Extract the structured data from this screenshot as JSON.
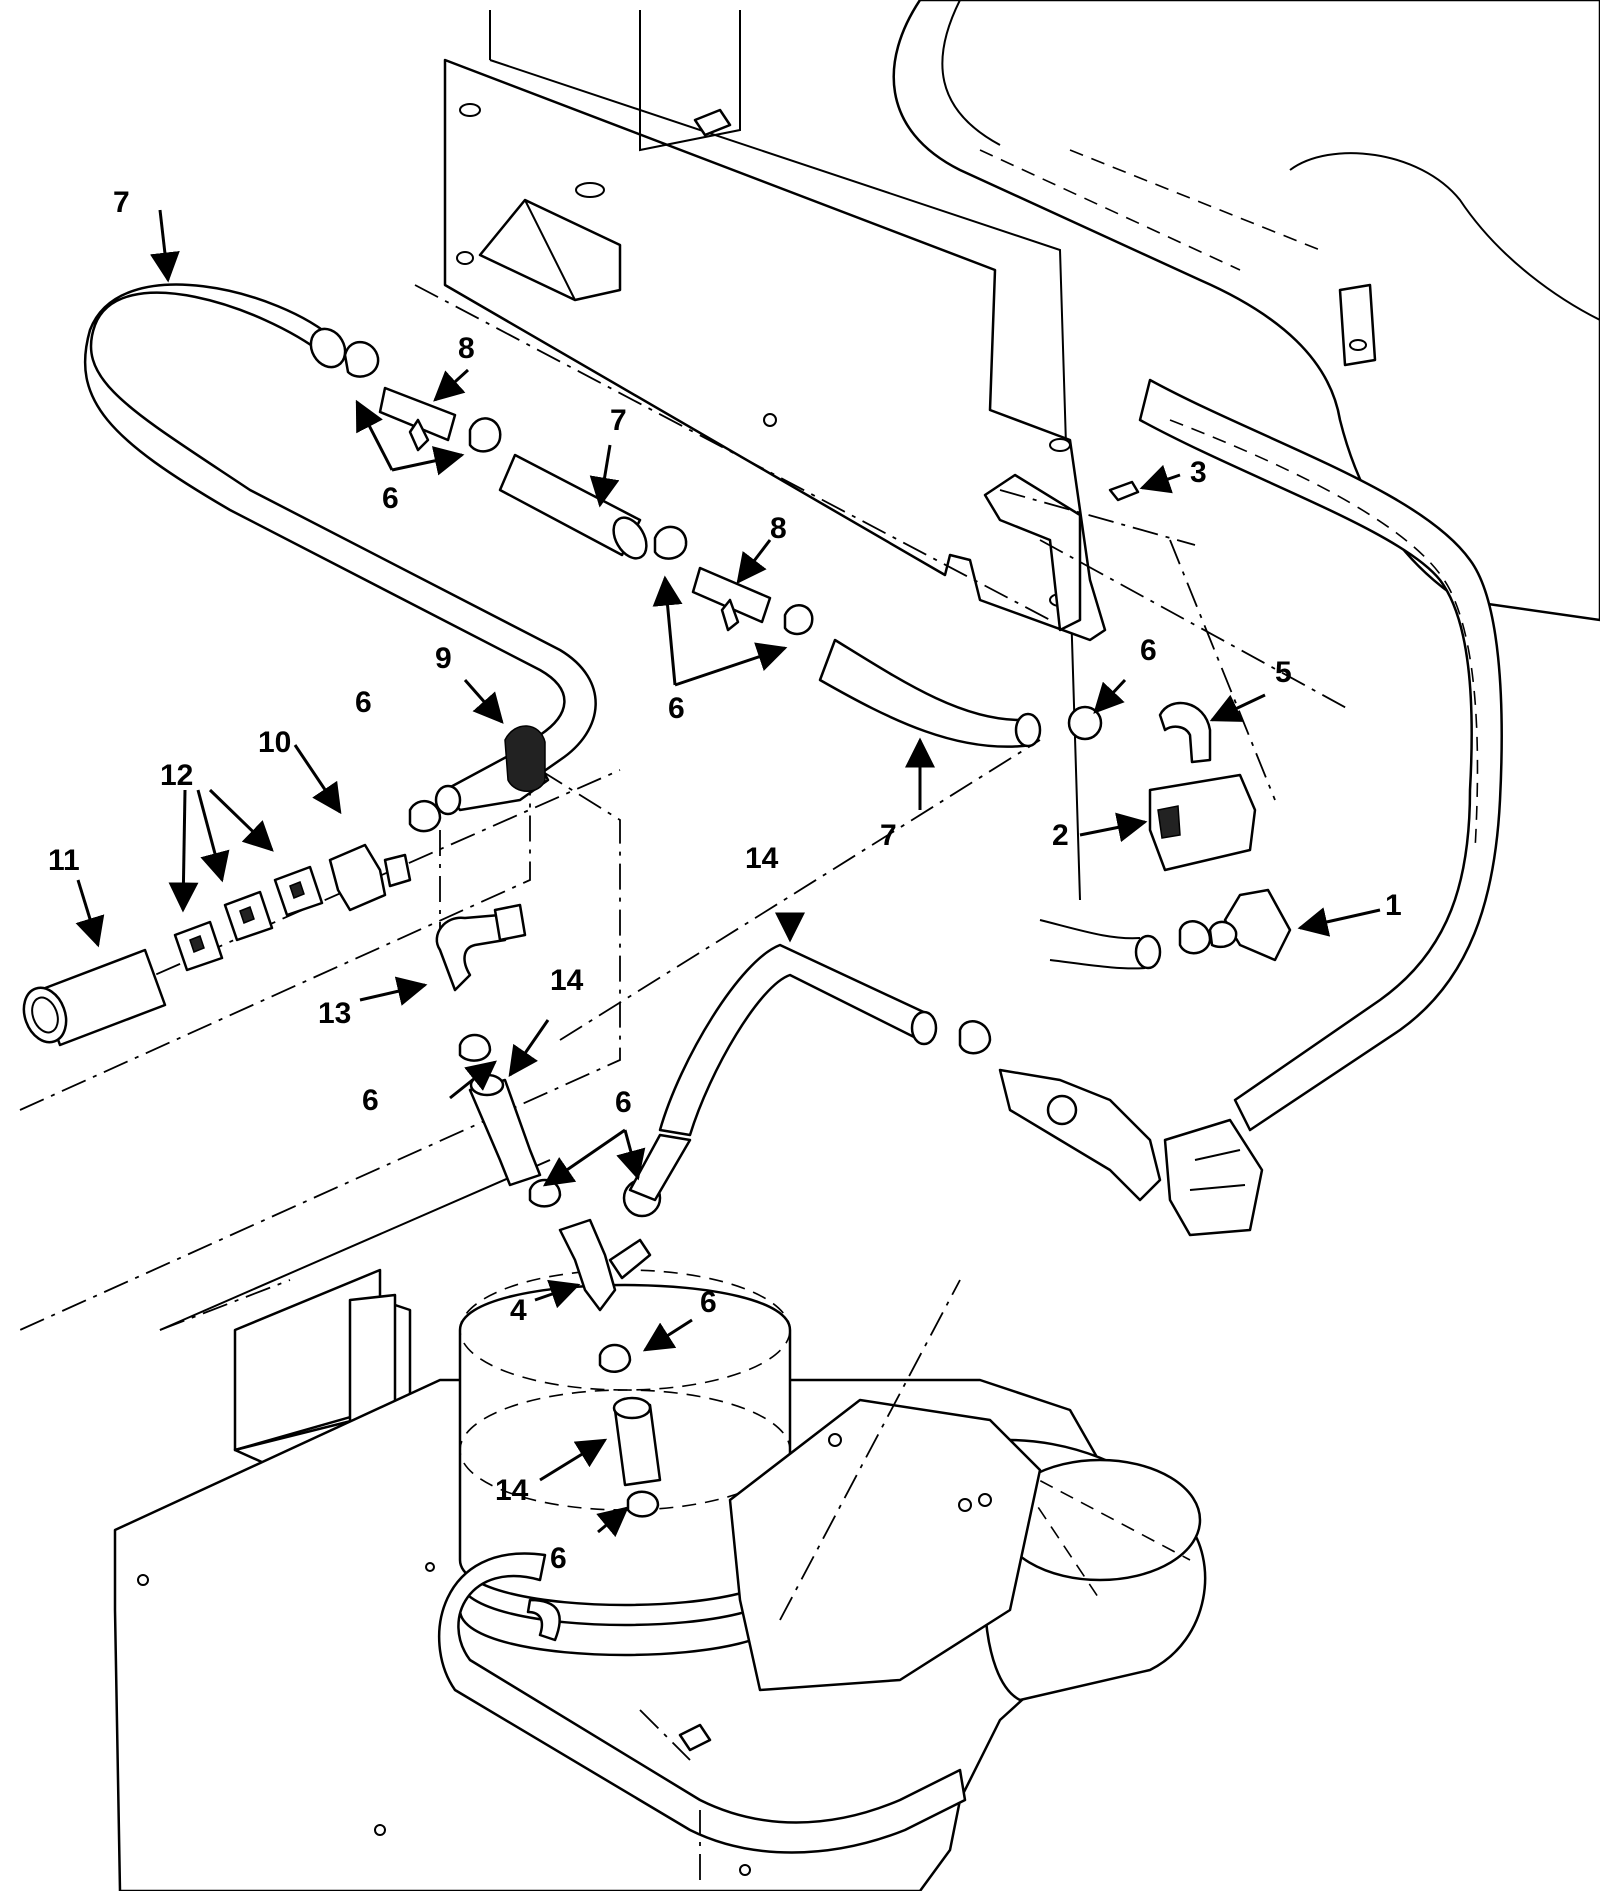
{
  "diagram": {
    "type": "exploded-parts-diagram",
    "callouts": [
      {
        "label": "1"
      },
      {
        "label": "2"
      },
      {
        "label": "3"
      },
      {
        "label": "4"
      },
      {
        "label": "5"
      },
      {
        "label": "6"
      },
      {
        "label": "7"
      },
      {
        "label": "8"
      },
      {
        "label": "9"
      },
      {
        "label": "10"
      },
      {
        "label": "11"
      },
      {
        "label": "12"
      },
      {
        "label": "13"
      },
      {
        "label": "14"
      }
    ]
  }
}
